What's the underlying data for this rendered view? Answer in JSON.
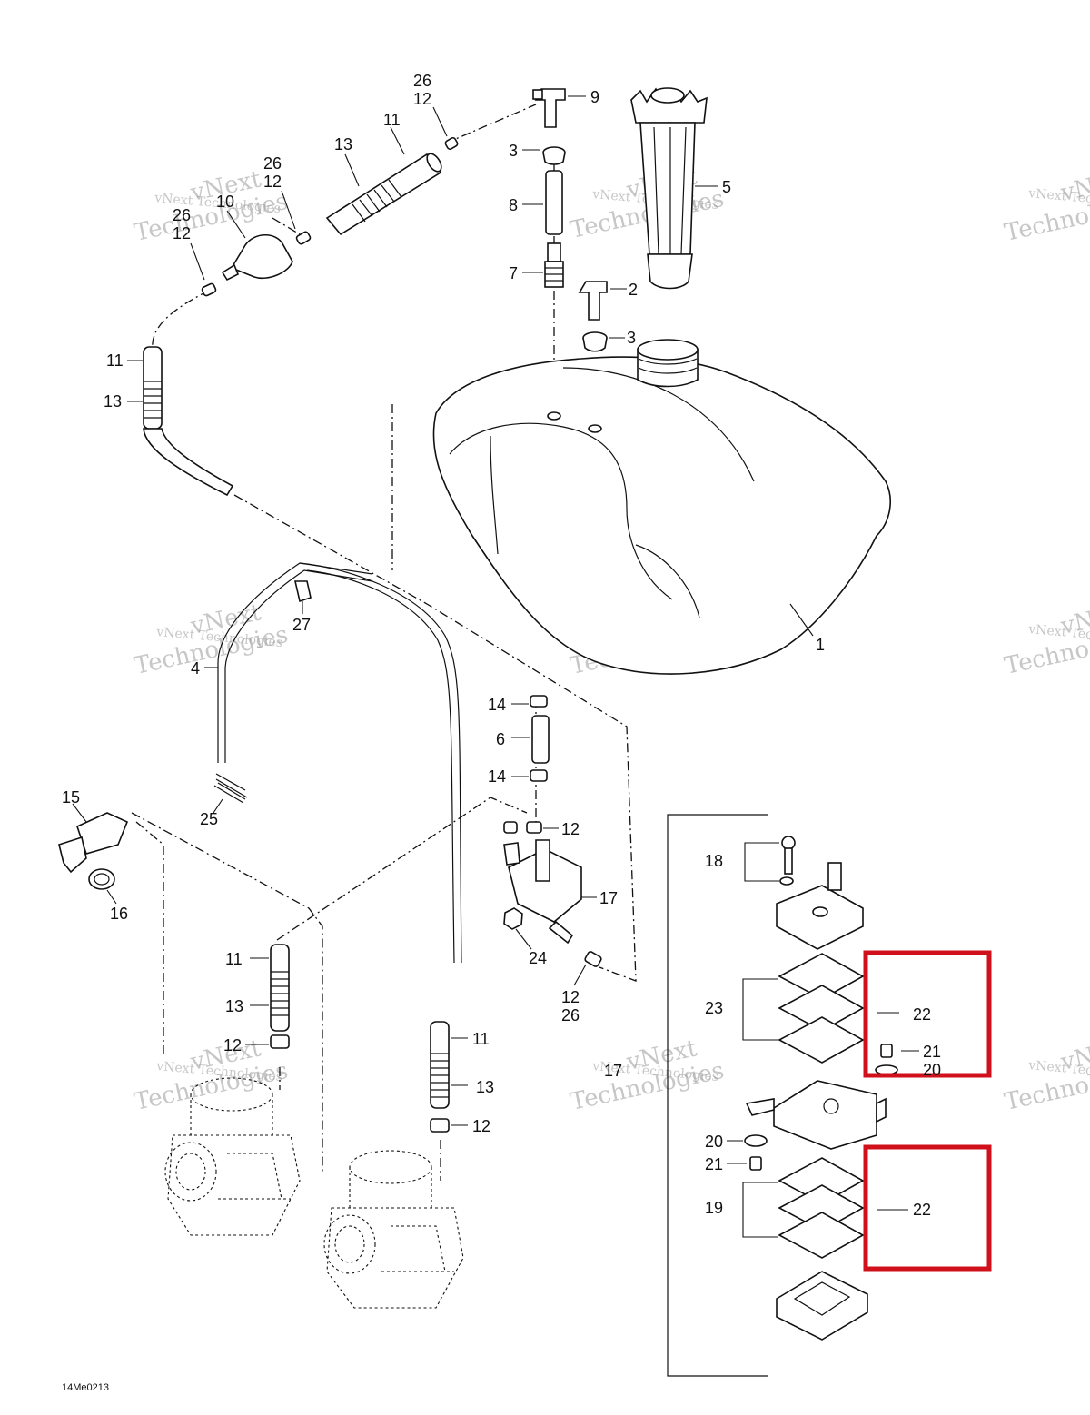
{
  "drawing_code": "14Me0213",
  "watermark": {
    "line1": "vNext",
    "line2": "Technologies",
    "small": "vNext Technologies"
  },
  "highlight_color": "#d0101a",
  "callouts": [
    "26",
    "12",
    "9",
    "11",
    "13",
    "3",
    "26",
    "12",
    "10",
    "26",
    "12",
    "8",
    "5",
    "7",
    "2",
    "3",
    "11",
    "13",
    "1",
    "27",
    "4",
    "14",
    "6",
    "14",
    "15",
    "25",
    "12",
    "17",
    "16",
    "24",
    "18",
    "11",
    "23",
    "22",
    "12",
    "26",
    "13",
    "21",
    "20",
    "12",
    "11",
    "13",
    "17",
    "12",
    "20",
    "21",
    "19",
    "22"
  ]
}
